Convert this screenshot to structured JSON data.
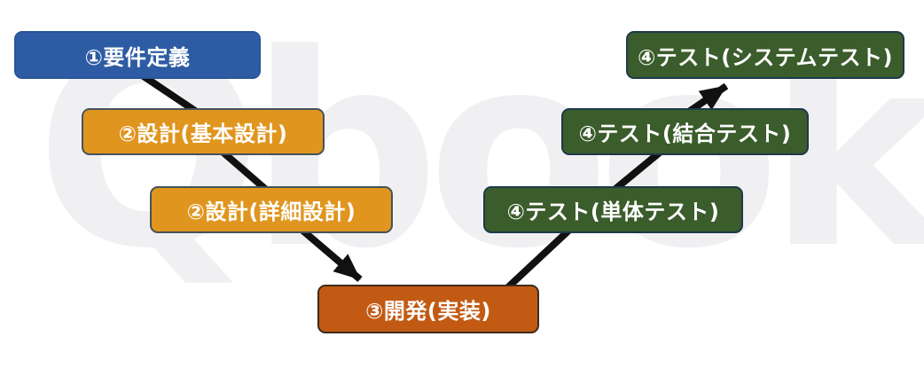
{
  "diagram": {
    "watermark": "Qbook",
    "arrow_color": "#111111",
    "text_color": "#ffffff",
    "steps": [
      {
        "id": "requirements",
        "label": "①要件定義",
        "fill": "#2e5ca4",
        "border": "#2a5498"
      },
      {
        "id": "design-basic",
        "label": "②設計(基本設計)",
        "fill": "#e0951e",
        "border": "#44535a"
      },
      {
        "id": "design-detailed",
        "label": "②設計(詳細設計)",
        "fill": "#e0951e",
        "border": "#44535a"
      },
      {
        "id": "development",
        "label": "③開発(実装)",
        "fill": "#c25a14",
        "border": "#3d2c1a"
      },
      {
        "id": "test-unit",
        "label": "④テスト(単体テスト)",
        "fill": "#3b5c2b",
        "border": "#1d3a4a"
      },
      {
        "id": "test-integration",
        "label": "④テスト(結合テスト)",
        "fill": "#3b5c2b",
        "border": "#1d3a4a"
      },
      {
        "id": "test-system",
        "label": "④テスト(システムテスト)",
        "fill": "#3b5c2b",
        "border": "#1d3a4a"
      }
    ],
    "connections": [
      {
        "from": "requirements",
        "to": "design-basic"
      },
      {
        "from": "design-basic",
        "to": "design-detailed"
      },
      {
        "from": "design-detailed",
        "to": "development"
      },
      {
        "from": "development",
        "to": "test-unit"
      },
      {
        "from": "test-unit",
        "to": "test-integration"
      },
      {
        "from": "test-integration",
        "to": "test-system"
      }
    ]
  }
}
